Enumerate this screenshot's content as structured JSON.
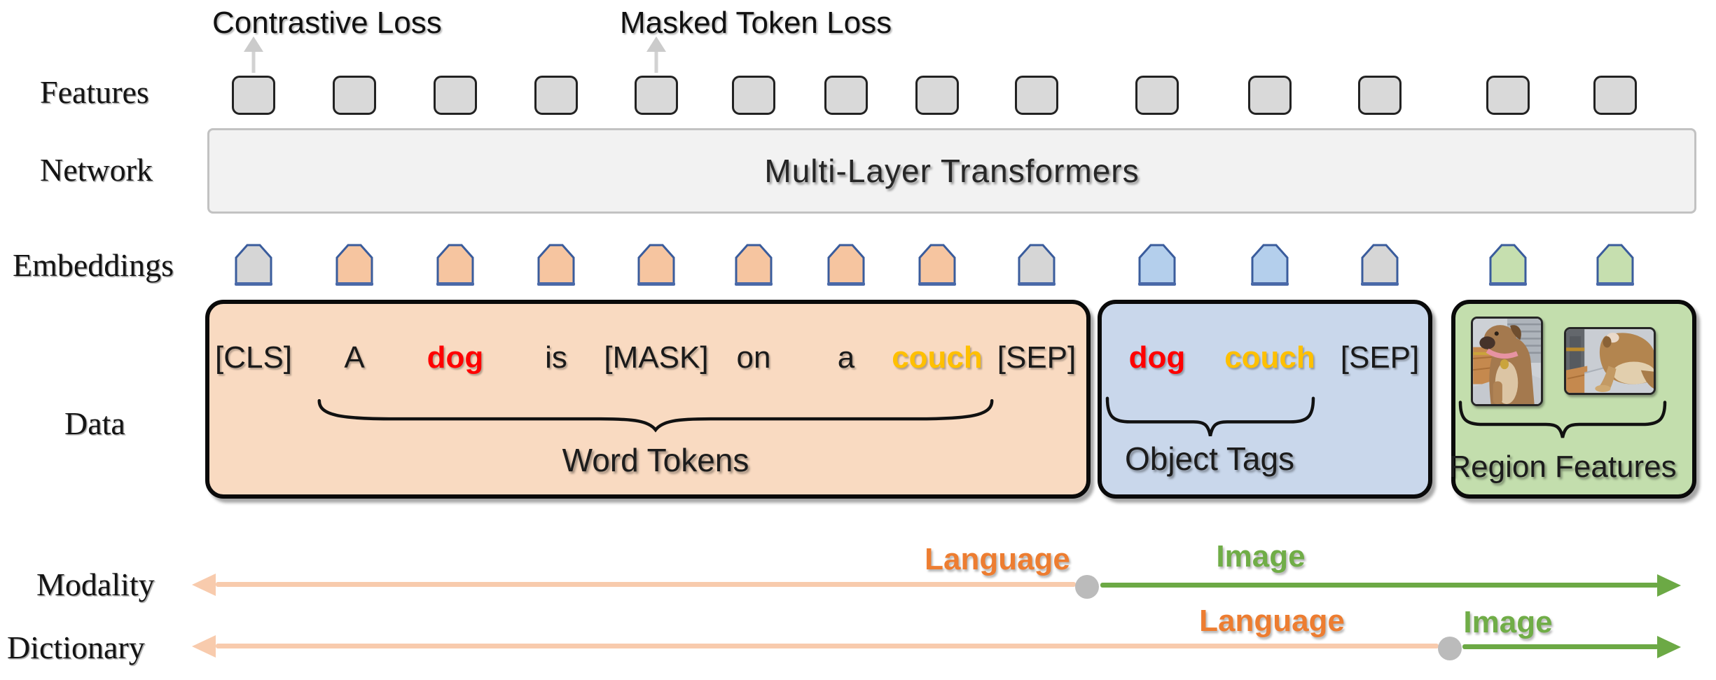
{
  "row_labels": {
    "features": "Features",
    "network": "Network",
    "embeddings": "Embeddings",
    "data": "Data",
    "modality": "Modality",
    "dictionary": "Dictionary"
  },
  "losses": {
    "contrastive": "Contrastive Loss",
    "masked_token": "Masked Token Loss"
  },
  "network": {
    "label": "Multi-Layer Transformers"
  },
  "features_row": {
    "count": 14,
    "fill": "#D9D9D9"
  },
  "embeddings_row": {
    "stroke": "#3A5C9C",
    "fills": [
      "#D6D6D6",
      "#F6C5A0",
      "#F6C5A0",
      "#F6C5A0",
      "#F6C5A0",
      "#F6C5A0",
      "#F6C5A0",
      "#F6C5A0",
      "#D6D6D6",
      "#B4CFEC",
      "#B4CFEC",
      "#D6D6D6",
      "#C6DFAF",
      "#C6DFAF"
    ]
  },
  "word_tokens": {
    "label": "Word Tokens",
    "box_fill": "#F9DAC1",
    "tokens": [
      {
        "text": "[CLS]",
        "color": "#1a1a1a",
        "bold": false
      },
      {
        "text": "A",
        "color": "#1a1a1a",
        "bold": false
      },
      {
        "text": "dog",
        "color": "#FF0000",
        "bold": true
      },
      {
        "text": "is",
        "color": "#1a1a1a",
        "bold": false
      },
      {
        "text": "[MASK]",
        "color": "#1a1a1a",
        "bold": false
      },
      {
        "text": "on",
        "color": "#1a1a1a",
        "bold": false
      },
      {
        "text": "a",
        "color": "#1a1a1a",
        "bold": false
      },
      {
        "text": "couch",
        "color": "#FFC000",
        "bold": true
      },
      {
        "text": "[SEP]",
        "color": "#1a1a1a",
        "bold": false
      }
    ]
  },
  "object_tags": {
    "label": "Object Tags",
    "box_fill": "#C9D7EB",
    "tokens": [
      {
        "text": "dog",
        "color": "#FF0000",
        "bold": true
      },
      {
        "text": "couch",
        "color": "#FFC000",
        "bold": true
      },
      {
        "text": "[SEP]",
        "color": "#1a1a1a",
        "bold": false
      }
    ]
  },
  "region_features": {
    "label": "Region Features",
    "box_fill": "#C3DEAD",
    "image_count": 2
  },
  "modality_axis": {
    "language_label": "Language",
    "image_label": "Image"
  },
  "dictionary_axis": {
    "language_label": "Language",
    "image_label": "Image"
  },
  "colors": {
    "language_line": "#F8CBAD",
    "language_text": "#ED7D31",
    "image_line": "#6CA945",
    "image_text": "#70AD47",
    "split_dot": "#BBBBBB",
    "up_arrow": "#CDCDCD"
  }
}
